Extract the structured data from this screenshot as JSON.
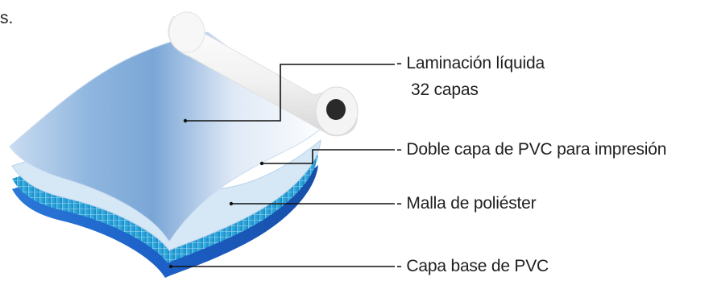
{
  "fragment_text": "s.",
  "labels": {
    "liquid_lamination_line1": "- Laminación líquida",
    "liquid_lamination_line2": "32 capas",
    "pvc_double_layer": "- Doble capa de PVC para impresión",
    "polyester_mesh": "- Malla de poliéster",
    "pvc_base_layer": "- Capa base de PVC"
  },
  "colors": {
    "text": "#1f1f1f",
    "leader_line": "#111111",
    "lamination_blue": "#8fb6df",
    "pvc_light_blue": "#cfe3f5",
    "mesh_blue": "#2aa7d8",
    "base_blue": "#1d63c8",
    "roll_white": "#f4f4f4",
    "roll_core": "#2a2a2a"
  }
}
